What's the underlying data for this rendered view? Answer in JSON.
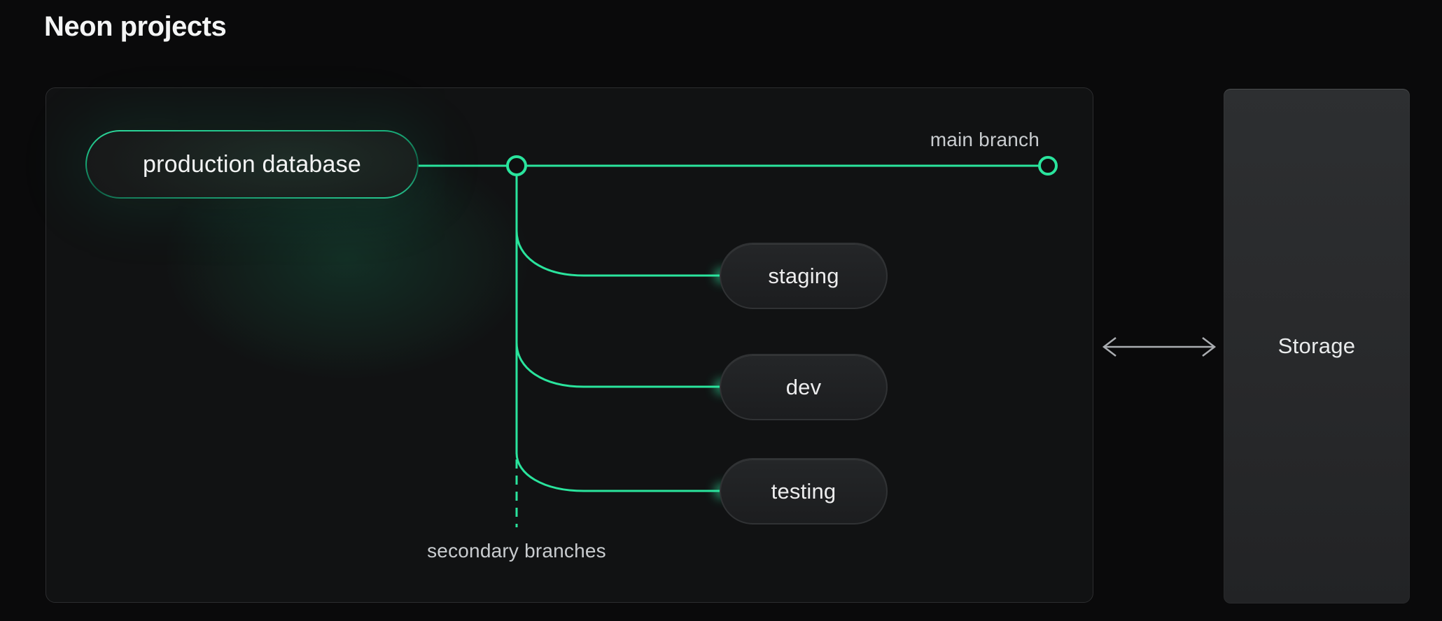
{
  "title": "Neon projects",
  "colors": {
    "background": "#0a0a0b",
    "panel_border": "#2c2d2f",
    "branch_green": "#2ae49d",
    "label_gray": "#c9cccf",
    "node_text": "#f2f3f3",
    "storage_bg": "#2a2c2e",
    "arrow_gray": "#aaadb1"
  },
  "diagram": {
    "production_node": {
      "label": "production database"
    },
    "main_branch_label": "main branch",
    "secondary_branches_label": "secondary branches",
    "branches": [
      {
        "label": "staging"
      },
      {
        "label": "dev"
      },
      {
        "label": "testing"
      }
    ],
    "storage_label": "Storage",
    "icons": {
      "sync_arrow": "double-headed-arrow",
      "branch_point": "junction-circle",
      "branch_end": "endpoint-circle"
    }
  }
}
